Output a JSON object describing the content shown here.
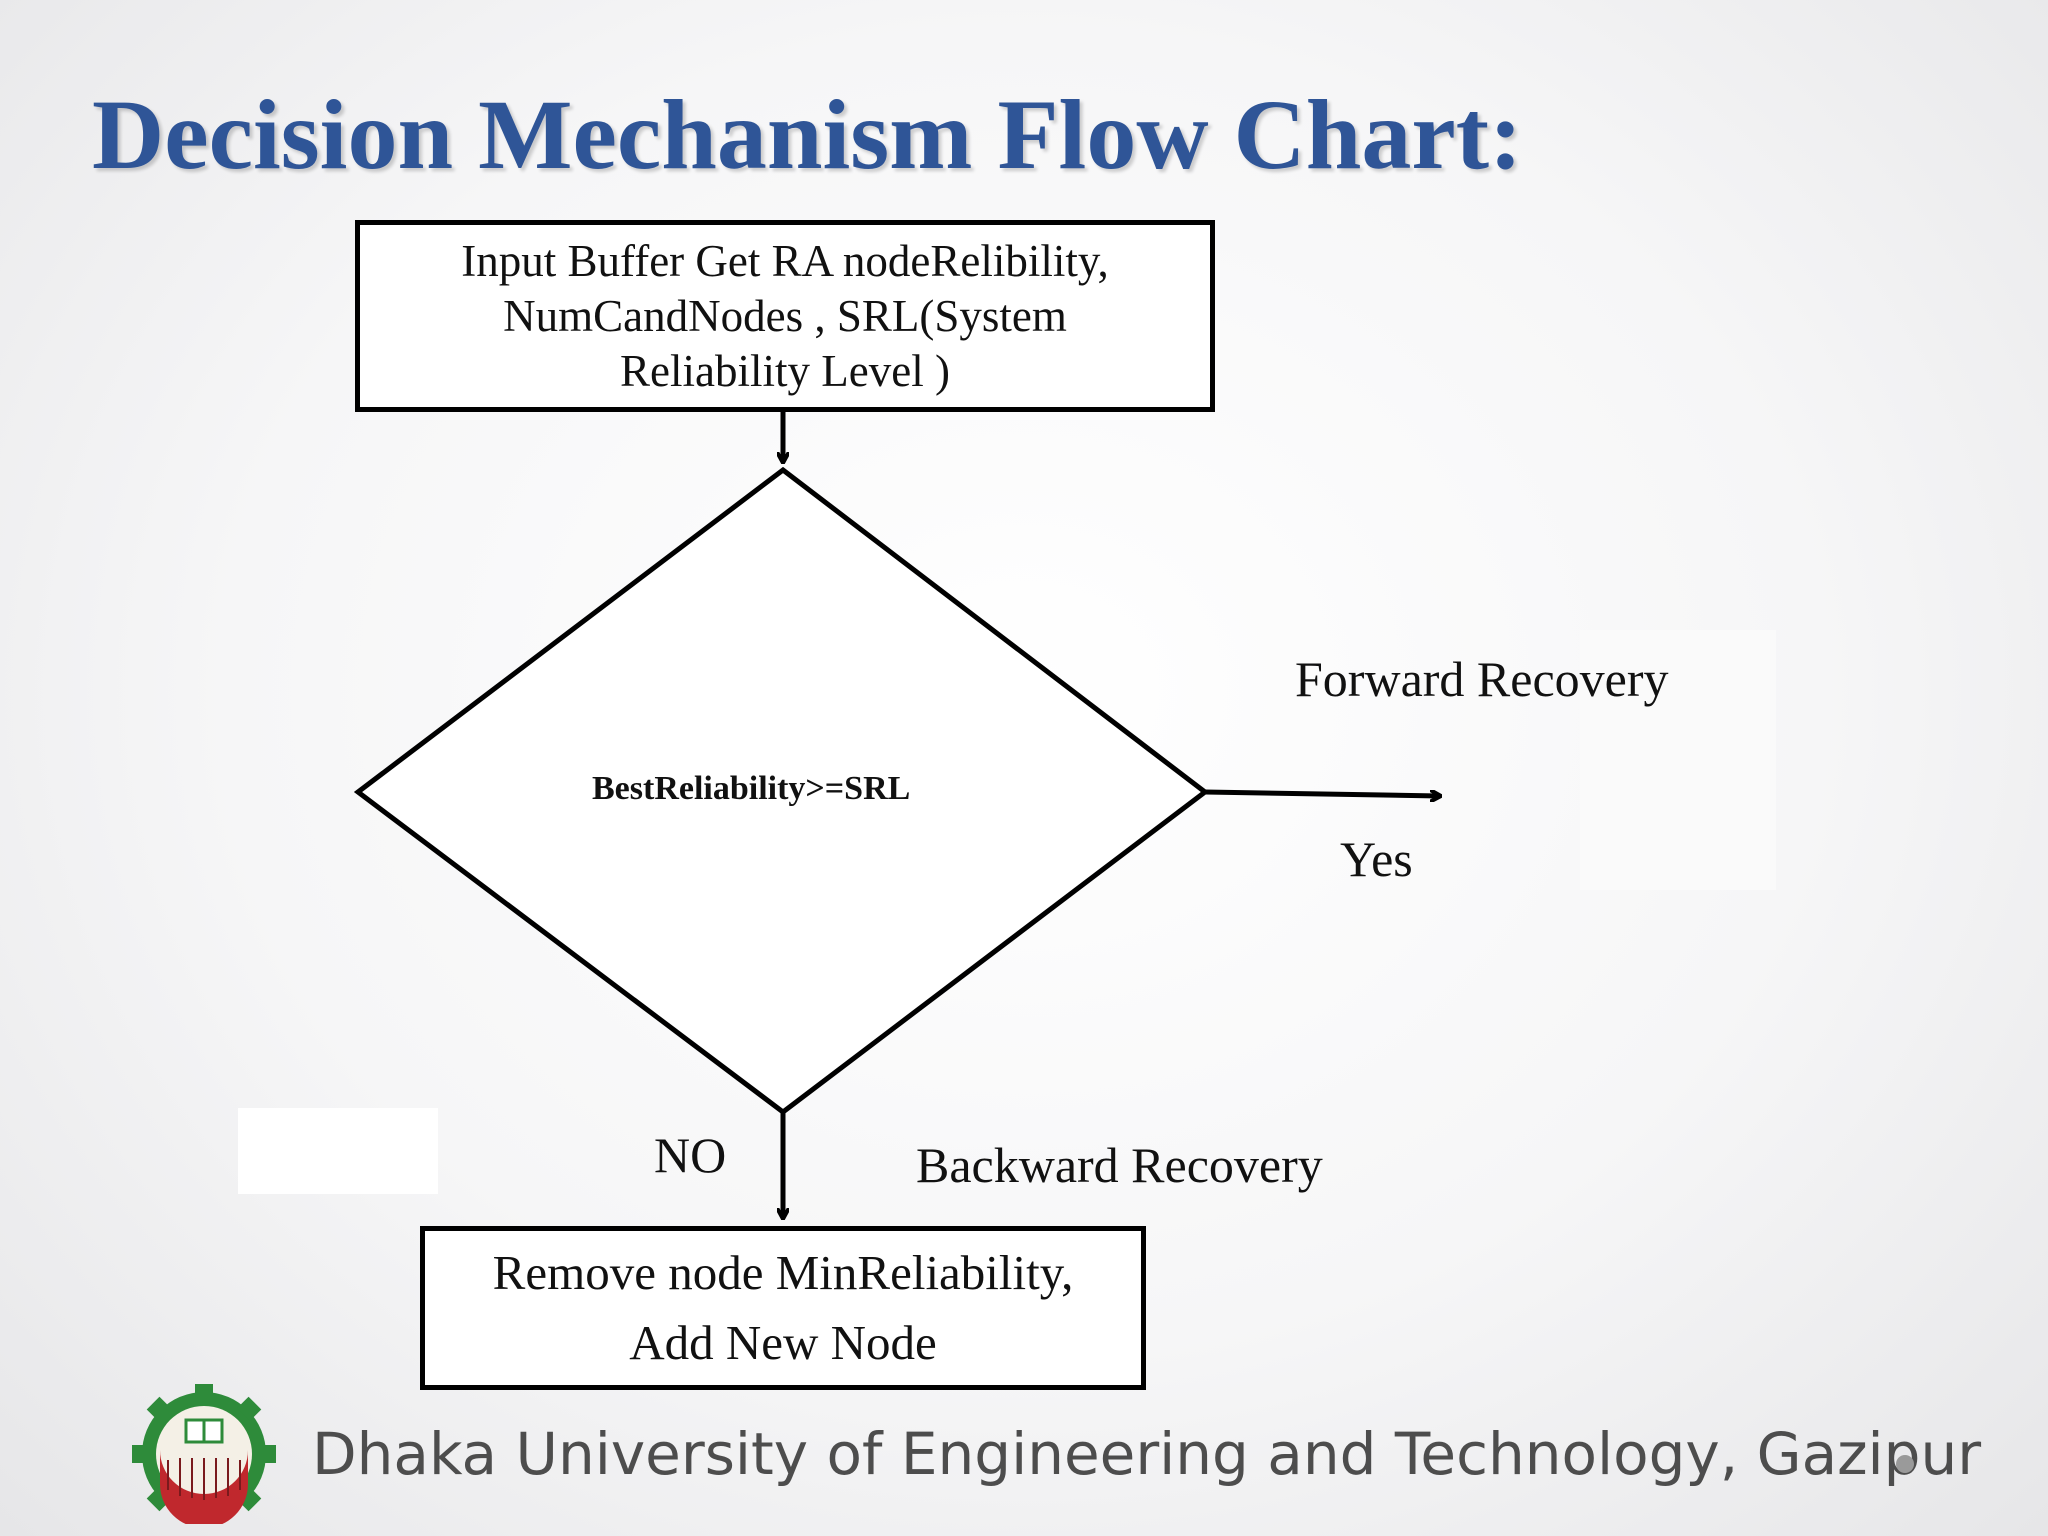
{
  "slide": {
    "title": "Decision Mechanism Flow Chart:",
    "footer": "Dhaka University of Engineering and Technology, Gazipur"
  },
  "flowchart": {
    "input_box": {
      "lines": [
        "Input Buffer Get  RA nodeRelibility,",
        "NumCandNodes , SRL(System",
        "Reliability Level )"
      ]
    },
    "decision": {
      "condition": "BestReliability>=SRL"
    },
    "yes_branch": {
      "label": "Yes",
      "outcome": "Forward Recovery"
    },
    "no_branch": {
      "label": "NO",
      "outcome": "Backward Recovery"
    },
    "remove_box": {
      "lines": [
        "Remove node MinReliability,",
        "Add New Node"
      ]
    }
  },
  "colors": {
    "title": "#2f5597",
    "footer_text": "#4d4d4d",
    "logo_green": "#2e8b3a",
    "logo_red": "#c0282d"
  },
  "icons": {
    "logo": "university-gear-logo-icon"
  }
}
